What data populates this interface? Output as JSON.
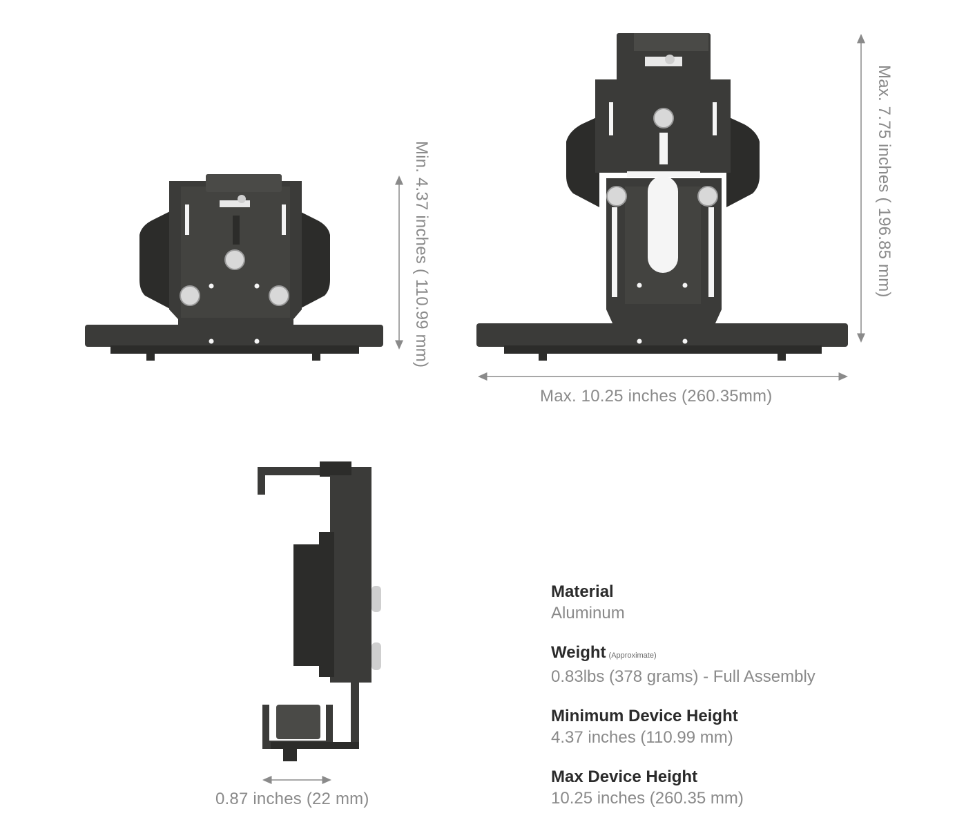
{
  "dimensions": {
    "min_height": "Min. 4.37 inches ( 110.99 mm)",
    "max_height": "Max. 7.75 inches ( 196.85 mm)",
    "max_width": "Max. 10.25 inches (260.35mm)",
    "depth": "0.87 inches (22 mm)"
  },
  "specs": [
    {
      "title": "Material",
      "note": "",
      "value": "Aluminum"
    },
    {
      "title": "Weight",
      "note": "(Approximate)",
      "value": "0.83lbs (378 grams) - Full Assembly"
    },
    {
      "title": "Minimum Device Height",
      "note": "",
      "value": "4.37 inches (110.99 mm)"
    },
    {
      "title": "Max Device Height",
      "note": "",
      "value": "10.25 inches (260.35 mm)"
    }
  ],
  "colors": {
    "metal": "#3b3b39",
    "metal_dark": "#2c2c2a",
    "metal_light": "#4a4a47",
    "dim_line": "#8a8a8a",
    "text_dark": "#2b2b2b",
    "text_light": "#8a8a8a"
  }
}
